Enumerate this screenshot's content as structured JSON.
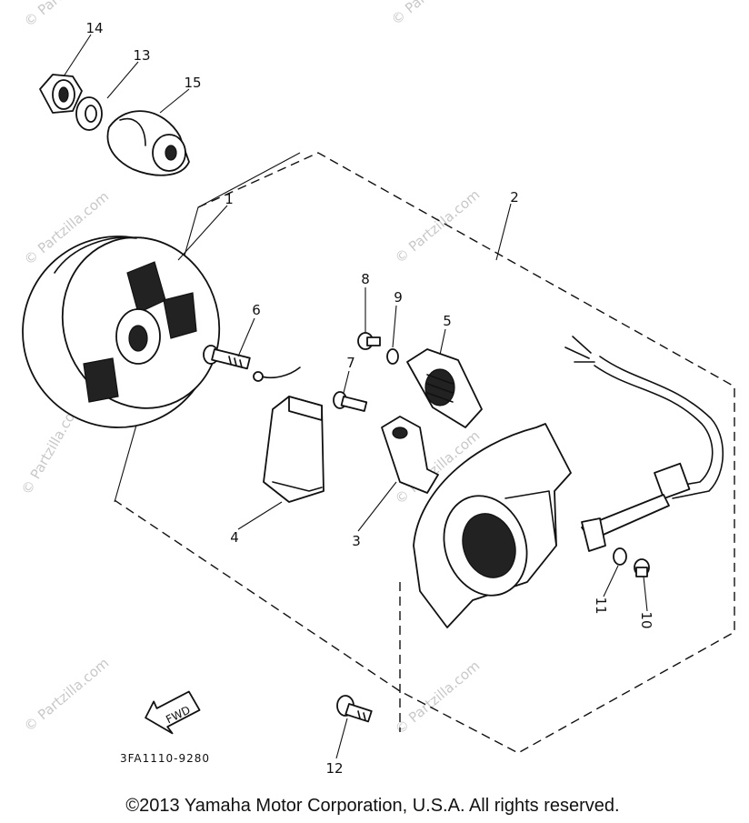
{
  "callouts": {
    "p1": "1",
    "p2": "2",
    "p3": "3",
    "p4": "4",
    "p5": "5",
    "p6": "6",
    "p7": "7",
    "p8": "8",
    "p9": "9",
    "p10": "10",
    "p11": "11",
    "p12": "12",
    "p13": "13",
    "p14": "14",
    "p15": "15"
  },
  "fwd_label": "FWD",
  "drawing_code": "3FA1110-9280",
  "watermark": "© Partzilla.com",
  "copyright": "©2013  Yamaha Motor Corporation, U.S.A. All rights reserved."
}
